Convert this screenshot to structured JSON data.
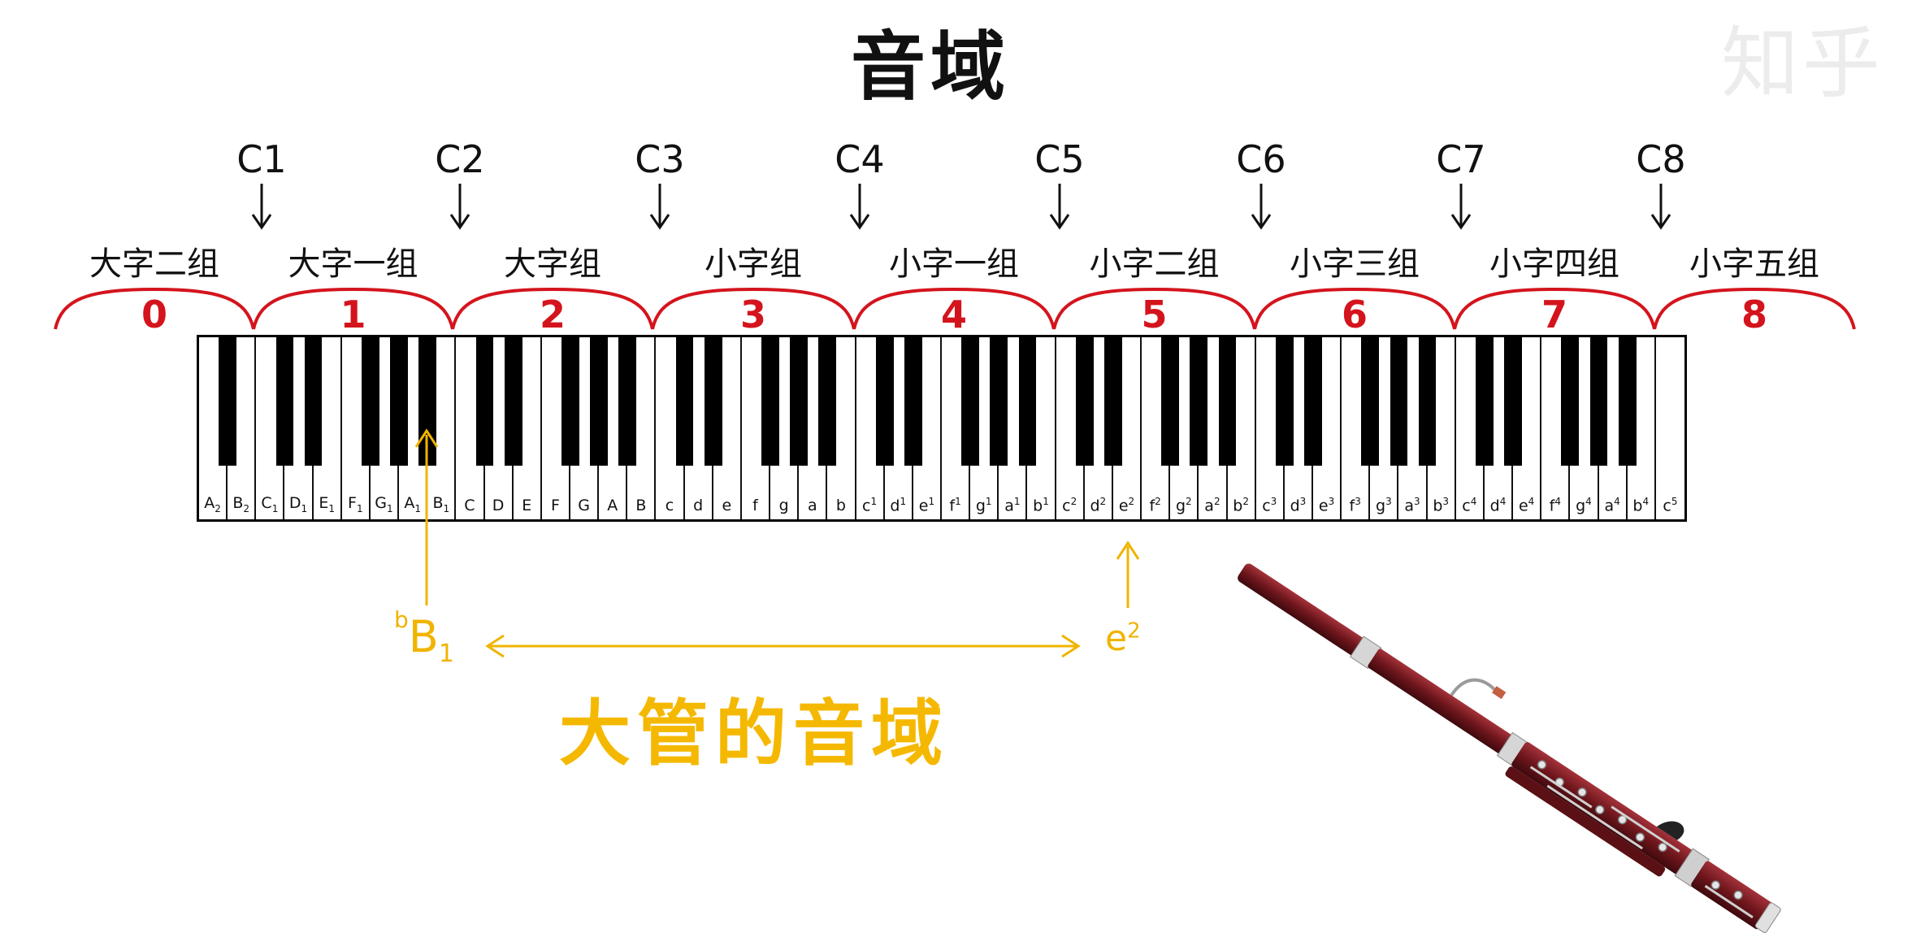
{
  "title": "音域",
  "watermark": "知乎",
  "c_markers": [
    "C1",
    "C2",
    "C3",
    "C4",
    "C5",
    "C6",
    "C7",
    "C8"
  ],
  "groups": [
    {
      "name": "大字二组",
      "number": "0"
    },
    {
      "name": "大字一组",
      "number": "1"
    },
    {
      "name": "大字组",
      "number": "2"
    },
    {
      "name": "小字组",
      "number": "3"
    },
    {
      "name": "小字一组",
      "number": "4"
    },
    {
      "name": "小字二组",
      "number": "5"
    },
    {
      "name": "小字三组",
      "number": "6"
    },
    {
      "name": "小字四组",
      "number": "7"
    },
    {
      "name": "小字五组",
      "number": "8"
    }
  ],
  "keyboard": {
    "white_keys": [
      {
        "n": "A",
        "s": "2"
      },
      {
        "n": "B",
        "s": "2"
      },
      {
        "n": "C",
        "s": "1"
      },
      {
        "n": "D",
        "s": "1"
      },
      {
        "n": "E",
        "s": "1"
      },
      {
        "n": "F",
        "s": "1"
      },
      {
        "n": "G",
        "s": "1"
      },
      {
        "n": "A",
        "s": "1"
      },
      {
        "n": "B",
        "s": "1"
      },
      {
        "n": "C",
        "s": ""
      },
      {
        "n": "D",
        "s": ""
      },
      {
        "n": "E",
        "s": ""
      },
      {
        "n": "F",
        "s": ""
      },
      {
        "n": "G",
        "s": ""
      },
      {
        "n": "A",
        "s": ""
      },
      {
        "n": "B",
        "s": ""
      },
      {
        "n": "c",
        "s": ""
      },
      {
        "n": "d",
        "s": ""
      },
      {
        "n": "e",
        "s": ""
      },
      {
        "n": "f",
        "s": ""
      },
      {
        "n": "g",
        "s": ""
      },
      {
        "n": "a",
        "s": ""
      },
      {
        "n": "b",
        "s": ""
      },
      {
        "n": "c",
        "p": "1"
      },
      {
        "n": "d",
        "p": "1"
      },
      {
        "n": "e",
        "p": "1"
      },
      {
        "n": "f",
        "p": "1"
      },
      {
        "n": "g",
        "p": "1"
      },
      {
        "n": "a",
        "p": "1"
      },
      {
        "n": "b",
        "p": "1"
      },
      {
        "n": "c",
        "p": "2"
      },
      {
        "n": "d",
        "p": "2"
      },
      {
        "n": "e",
        "p": "2"
      },
      {
        "n": "f",
        "p": "2"
      },
      {
        "n": "g",
        "p": "2"
      },
      {
        "n": "a",
        "p": "2"
      },
      {
        "n": "b",
        "p": "2"
      },
      {
        "n": "c",
        "p": "3"
      },
      {
        "n": "d",
        "p": "3"
      },
      {
        "n": "e",
        "p": "3"
      },
      {
        "n": "f",
        "p": "3"
      },
      {
        "n": "g",
        "p": "3"
      },
      {
        "n": "a",
        "p": "3"
      },
      {
        "n": "b",
        "p": "3"
      },
      {
        "n": "c",
        "p": "4"
      },
      {
        "n": "d",
        "p": "4"
      },
      {
        "n": "e",
        "p": "4"
      },
      {
        "n": "f",
        "p": "4"
      },
      {
        "n": "g",
        "p": "4"
      },
      {
        "n": "a",
        "p": "4"
      },
      {
        "n": "b",
        "p": "4"
      },
      {
        "n": "c",
        "p": "5"
      }
    ]
  },
  "bassoon_range": {
    "low": {
      "flat": "b",
      "note": "B",
      "sub": "1"
    },
    "high": {
      "note": "e",
      "sup": "2"
    },
    "title": "大管的音域"
  },
  "colors": {
    "accent": "#d4141d",
    "range": "#f0b400",
    "bassoon_body": "#7a1e24"
  },
  "icons": [
    "down-arrow-icon",
    "up-arrow-icon",
    "double-arrow-icon",
    "bassoon-image"
  ]
}
